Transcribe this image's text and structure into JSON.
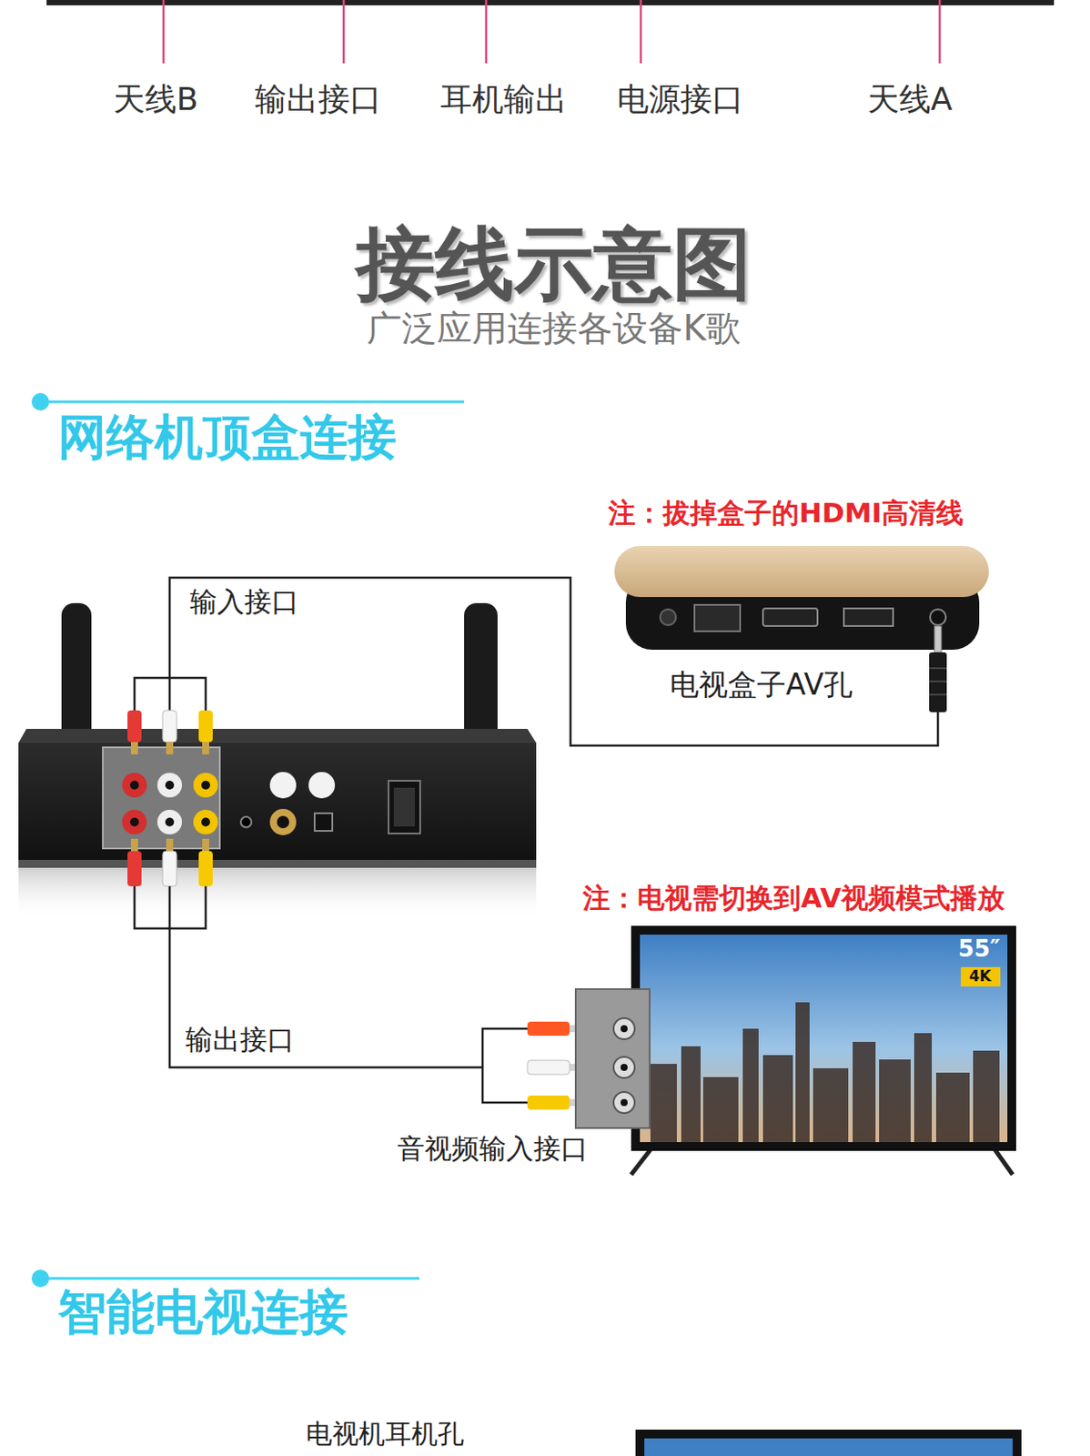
{
  "diagram": {
    "title": "接线示意图",
    "labels": [
      "天线B",
      "输出接口",
      "耳机输出",
      "电源接口",
      "天线A",
      "广泛应用连接各设备K歌",
      "网络机顶盒连接",
      "注：拔掉盒子的HDMI高清线",
      "输入接口",
      "电视盒子AV孔",
      "注：电视需切换到AV视频模式播放",
      "55″",
      "4K",
      "输出接口",
      "音视频输入接口",
      "智能电视连接",
      "电视机耳机孔"
    ]
  }
}
